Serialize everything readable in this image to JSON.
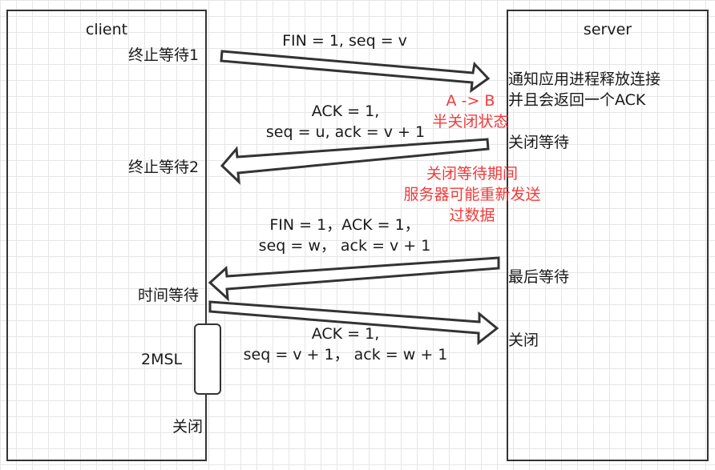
{
  "client": {
    "title": "client",
    "states": [
      "终止等待1",
      "终止等待2",
      "时间等待",
      "2MSL",
      "关闭"
    ]
  },
  "server": {
    "title": "server",
    "notes": [
      "通知应用进程释放连接",
      "并且会返回一个ACK",
      "关闭等待",
      "最后等待",
      "关闭"
    ]
  },
  "messages": {
    "m1": [
      "FIN = 1, seq = v"
    ],
    "m2": [
      "ACK = 1,",
      "seq = u, ack = v + 1"
    ],
    "m3": [
      "FIN = 1，ACK = 1，",
      "seq = w，  ack = v + 1"
    ],
    "m4": [
      "ACK = 1,",
      "seq = v + 1，  ack = w + 1"
    ]
  },
  "annotations": {
    "half_close": [
      "A -> B",
      "半关闭状态"
    ],
    "close_wait_note": [
      "关闭等待期间",
      "服务器可能重新发送",
      "过数据"
    ]
  },
  "colors": {
    "annotation": "#f23a3a",
    "line": "#333333"
  }
}
